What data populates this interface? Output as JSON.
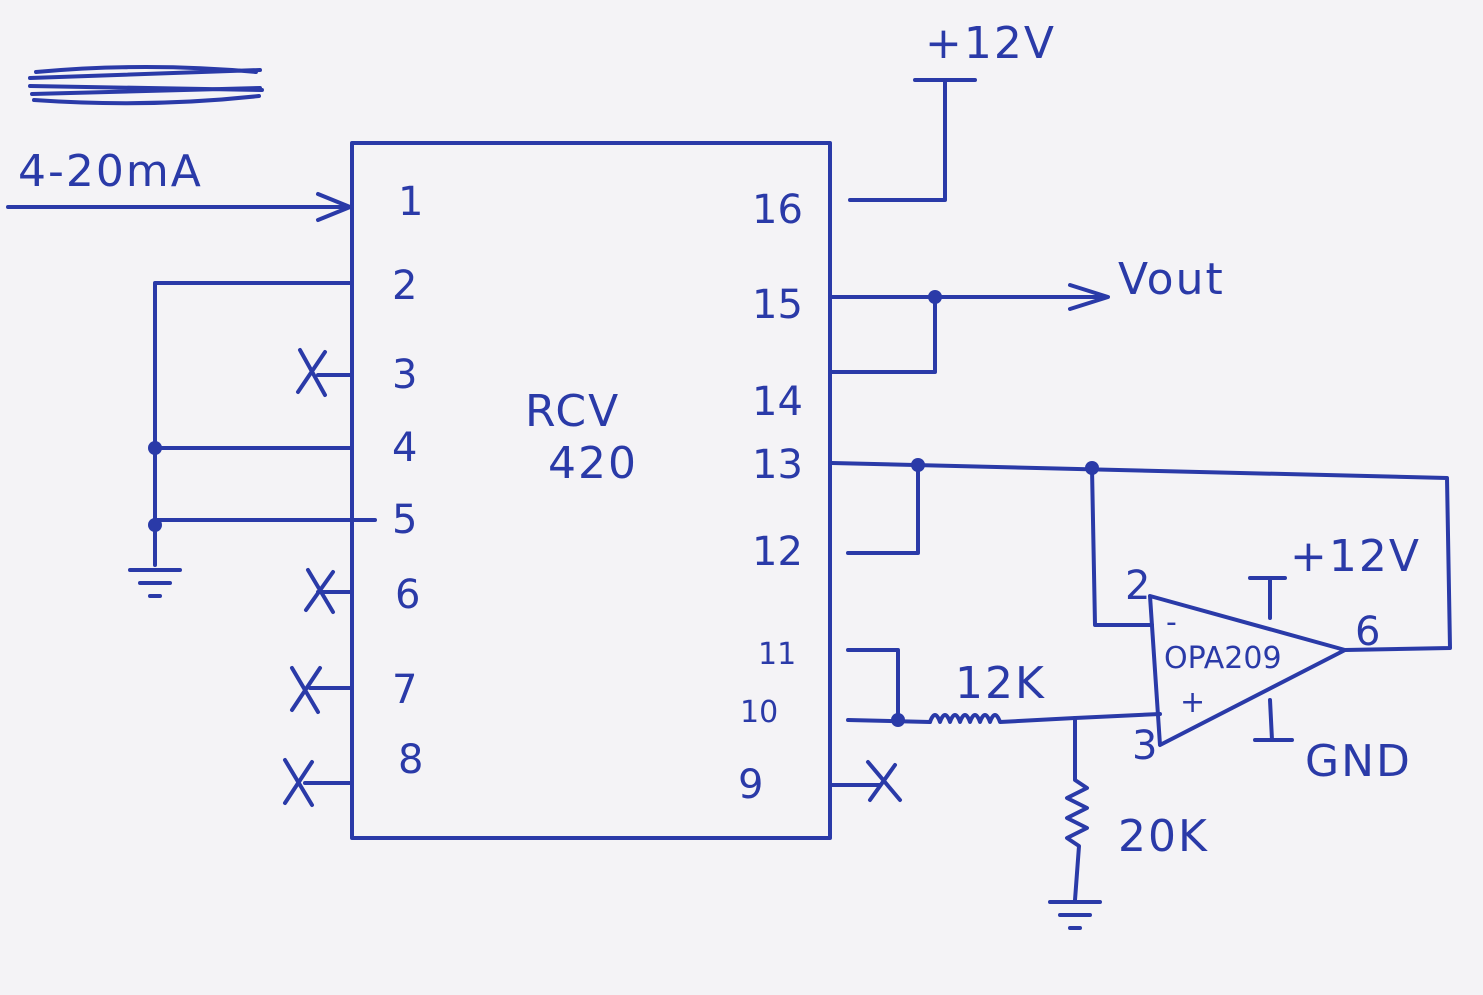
{
  "input_label": "4-20mA",
  "supply_top": "+12V",
  "output_label": "Vout",
  "chip": {
    "line1": "RCV",
    "line2": "420"
  },
  "left_pins": [
    "1",
    "2",
    "3",
    "4",
    "5",
    "6",
    "7",
    "8"
  ],
  "right_pins": [
    "16",
    "15",
    "14",
    "13",
    "12",
    "11",
    "10",
    "9"
  ],
  "resistor_series": "12K",
  "resistor_shunt": "20K",
  "opamp": {
    "name": "OPA209",
    "inv_sign": "-",
    "noninv_sign": "+",
    "pin_inv": "2",
    "pin_noninv": "3",
    "pin_out": "6",
    "supply": "+12V",
    "ground": "GND"
  },
  "ink_color": "#2a3aa8"
}
